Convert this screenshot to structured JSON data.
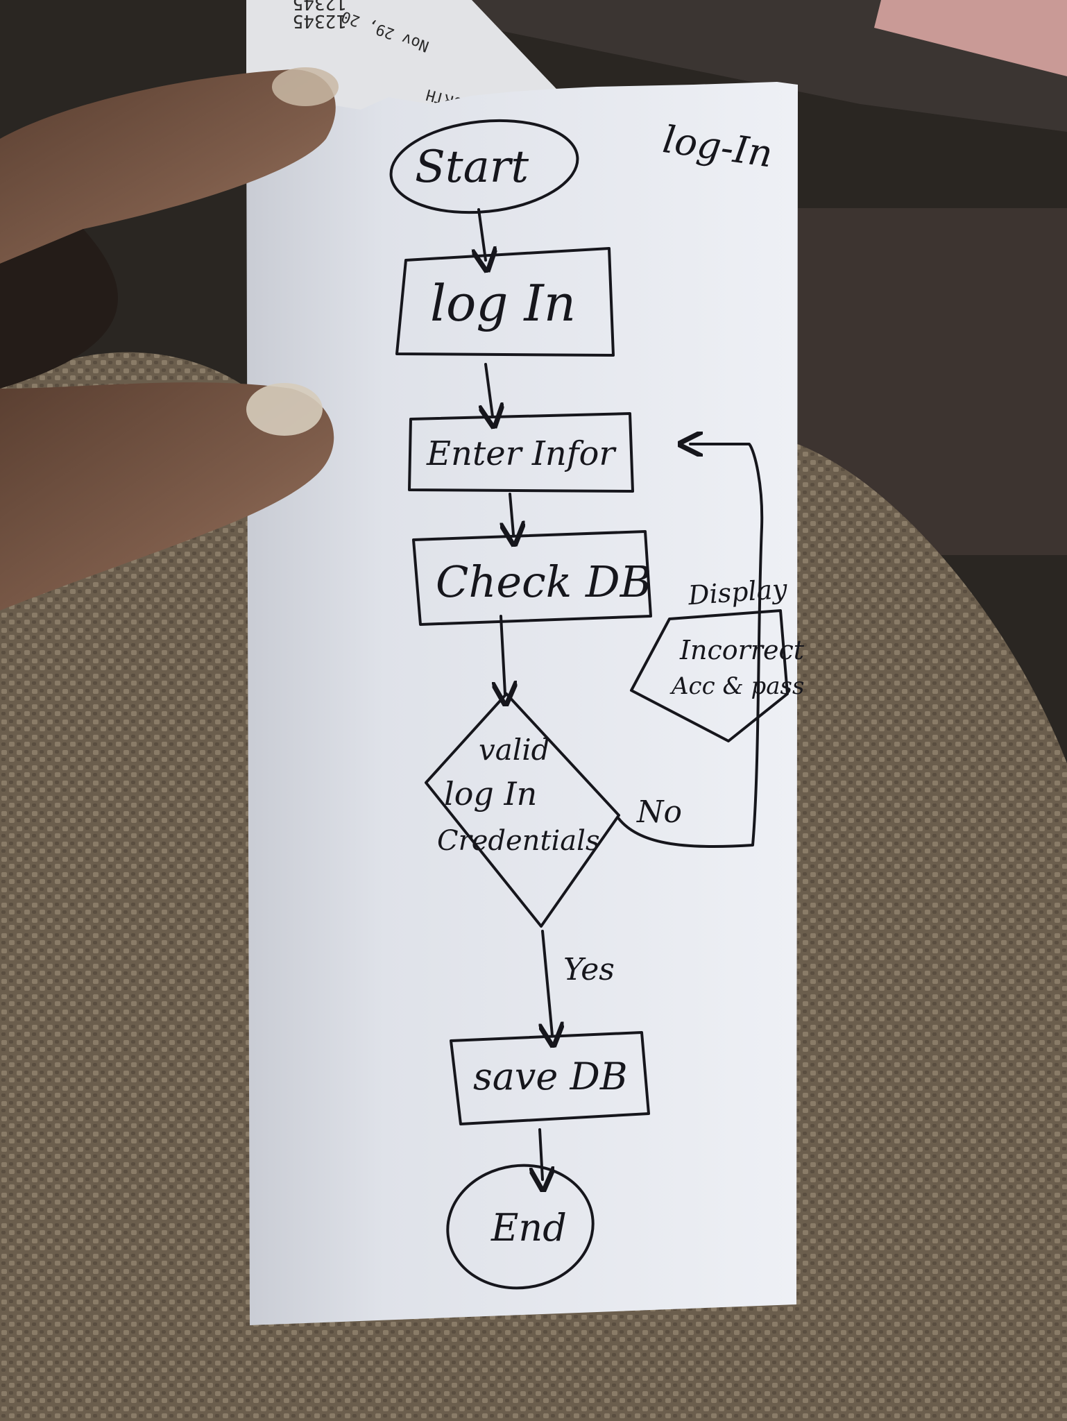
{
  "receipt": {
    "number_1": "12345",
    "number_2": "12345",
    "date": "Nov 29, 20",
    "store": "NORTH"
  },
  "diagram": {
    "corner_title": "log-In",
    "nodes": {
      "start": "Start",
      "login": "log In",
      "enter_info": "Enter Infor",
      "check_db": "Check DB",
      "decision_line1": "valid",
      "decision_line2": "log In",
      "decision_line3": "Credentials",
      "display_label": "Display",
      "error_line1": "Incorrect",
      "error_line2": "Acc & pass",
      "save_db": "save DB",
      "end": "End"
    },
    "edges": {
      "no_label": "No",
      "yes_label": "Yes"
    }
  },
  "colors": {
    "ink": "#16161c",
    "paper": "#e7e9ef",
    "sweater": "#6e6150",
    "skin": "#7a5b48",
    "background": "#2a2622"
  }
}
